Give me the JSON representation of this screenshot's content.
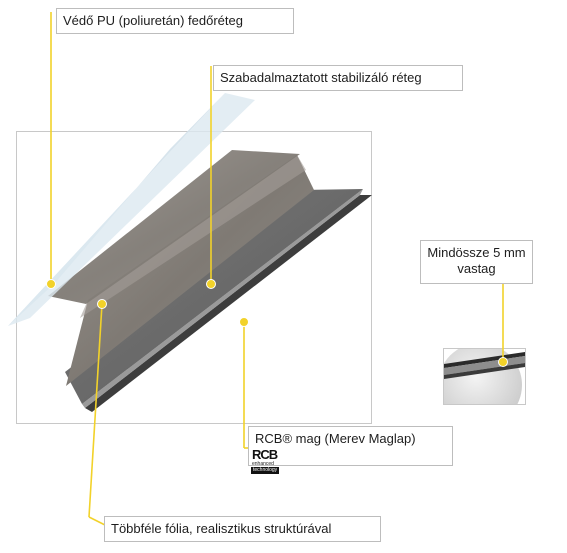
{
  "labels": {
    "pu_layer": "Védő PU (poliuretán) fedőréteg",
    "stabilizer_layer": "Szabadalmaztatott stabilizáló réteg",
    "thickness_line1": "Mindössze 5 mm",
    "thickness_line2": "vastag",
    "rcb_core": "RCB® mag (Merev Maglap)",
    "foil_layer": "Többféle fólia, realisztikus struktúrával"
  },
  "logo": {
    "mark": "RCB",
    "sub": "enhanced",
    "badge": "technology"
  },
  "colors": {
    "accent": "#f2d22a",
    "pu_sheet": "#d5e3ec",
    "stone_sheet": "#8a8580",
    "core_sheet": "#6b6b6b"
  }
}
